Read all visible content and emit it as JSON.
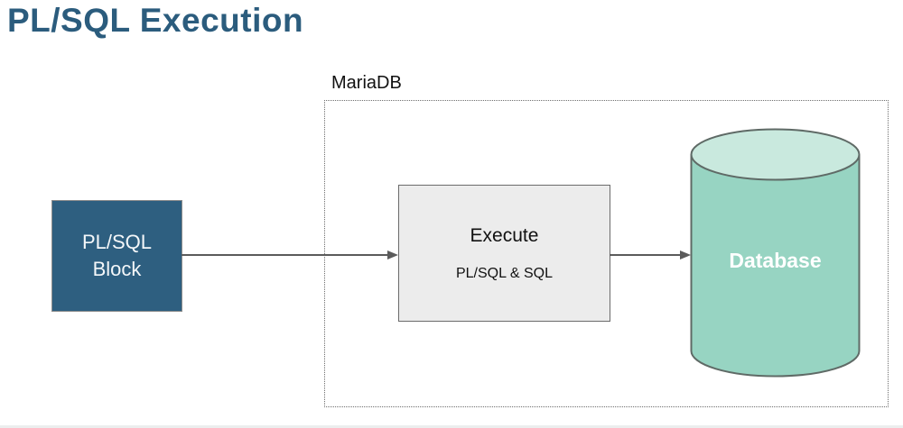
{
  "title": "PL/SQL Execution",
  "diagram": {
    "container_label": "MariaDB",
    "nodes": {
      "plsql_block": {
        "line1": "PL/SQL",
        "line2": "Block"
      },
      "execute": {
        "title": "Execute",
        "subtitle": "PL/SQL & SQL"
      },
      "database": {
        "label": "Database"
      }
    },
    "edges": [
      {
        "from": "PL/SQL Block",
        "to": "Execute"
      },
      {
        "from": "Execute",
        "to": "Database"
      }
    ],
    "colors": {
      "title_text": "#2b5c7d",
      "plsql_block_fill": "#2e5f80",
      "plsql_block_text": "#ffffff",
      "execute_fill": "#ececec",
      "execute_border": "#6b6b6b",
      "cylinder_body": "#97d4c2",
      "cylinder_top": "#c9e9de",
      "cylinder_stroke": "#5f6a66",
      "database_text": "#ffffff",
      "arrow": "#5b5b5b",
      "container_border": "#6e6e6e"
    }
  }
}
